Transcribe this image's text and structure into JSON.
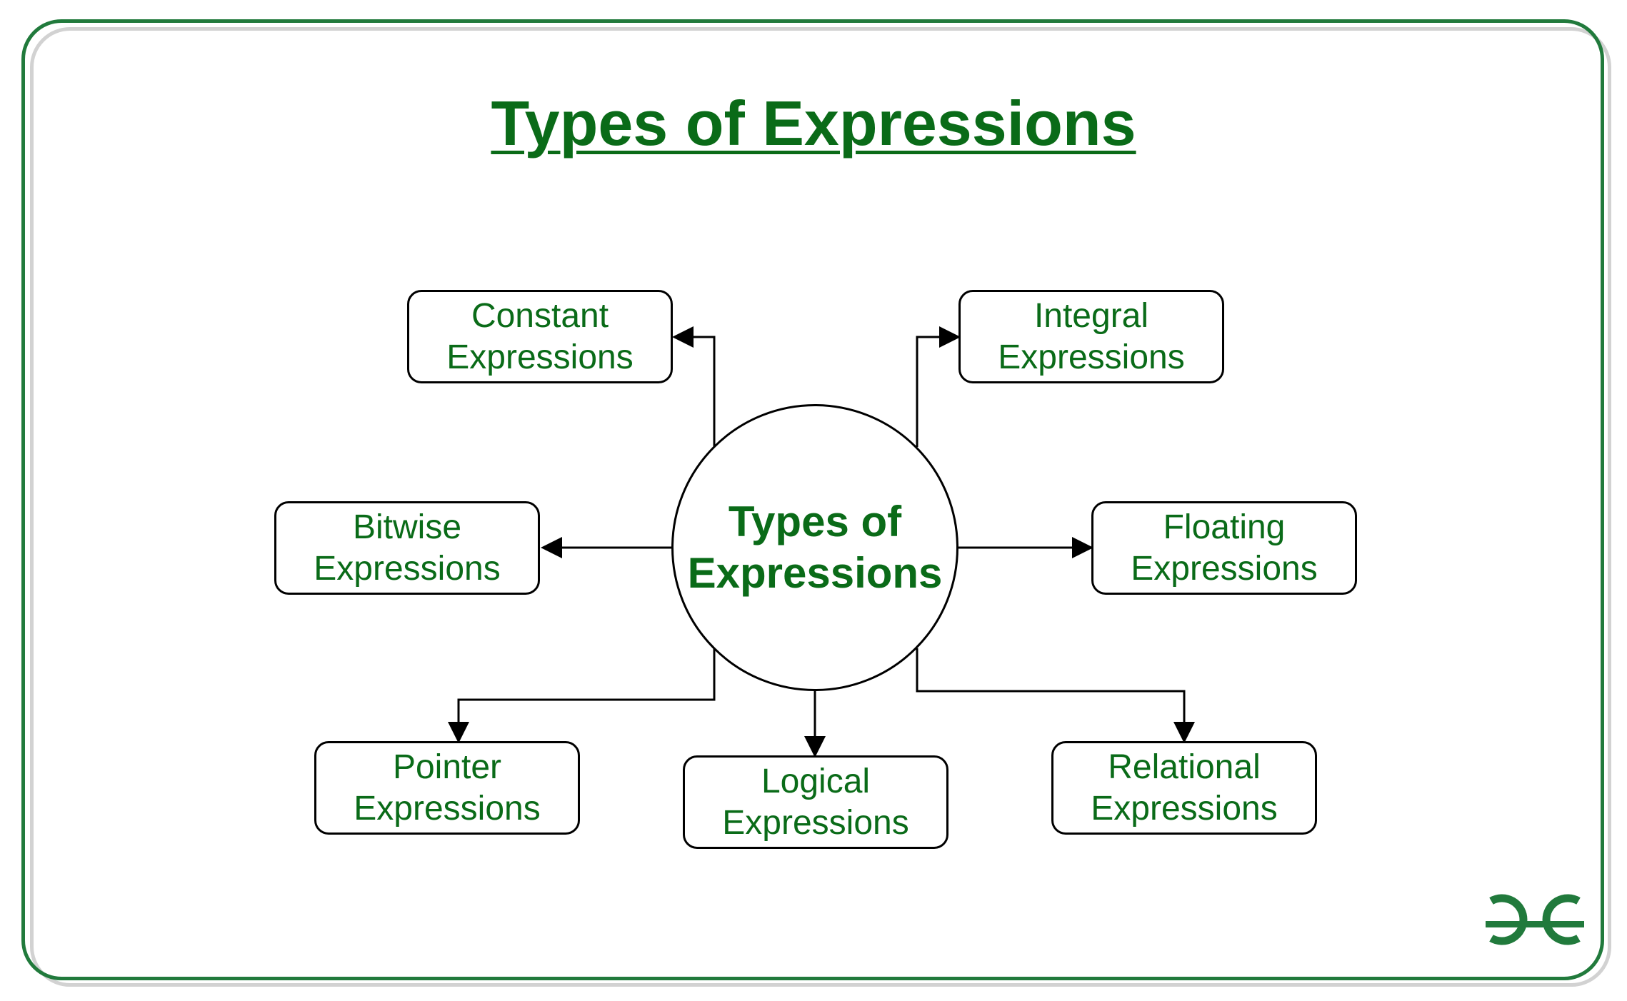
{
  "title": "Types of Expressions",
  "colors": {
    "accent_green": "#0a6b18",
    "frame_green": "#217a3c",
    "line": "#000000"
  },
  "center": {
    "line1": "Types of",
    "line2": "Expressions"
  },
  "nodes": {
    "constant": {
      "line1": "Constant",
      "line2": "Expressions"
    },
    "integral": {
      "line1": "Integral",
      "line2": "Expressions"
    },
    "bitwise": {
      "line1": "Bitwise",
      "line2": "Expressions"
    },
    "floating": {
      "line1": "Floating",
      "line2": "Expressions"
    },
    "pointer": {
      "line1": "Pointer",
      "line2": "Expressions"
    },
    "logical": {
      "line1": "Logical",
      "line2": "Expressions"
    },
    "relational": {
      "line1": "Relational",
      "line2": "Expressions"
    }
  },
  "edges": [
    {
      "from": "center",
      "to": "constant"
    },
    {
      "from": "center",
      "to": "integral"
    },
    {
      "from": "center",
      "to": "bitwise"
    },
    {
      "from": "center",
      "to": "floating"
    },
    {
      "from": "center",
      "to": "pointer"
    },
    {
      "from": "center",
      "to": "logical"
    },
    {
      "from": "center",
      "to": "relational"
    }
  ],
  "logo": {
    "icon": "gfg-logo-icon"
  }
}
